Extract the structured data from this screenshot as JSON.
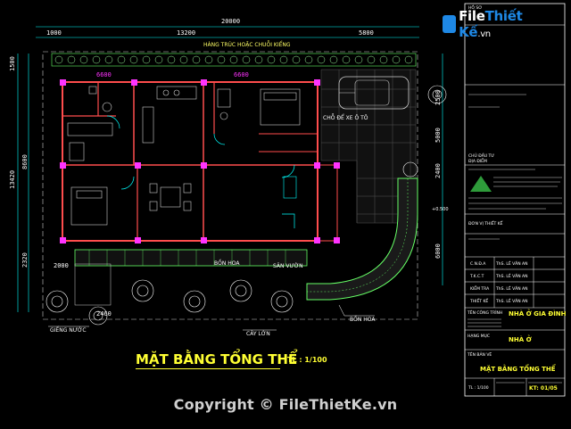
{
  "watermark": {
    "logo_part1": "File",
    "logo_part2": "Thiết Kế",
    "logo_part3": ".vn",
    "copyright": "Copyright © FileThietKe.vn"
  },
  "drawing": {
    "title": "MẶT BẰNG TỔNG THỂ",
    "scale": "TL : 1/100",
    "dims_top": {
      "total": "20000",
      "a": "1000",
      "b": "13200",
      "c": "5800"
    },
    "dims_top_inner": [
      "6600",
      "6600"
    ],
    "dims_left": {
      "a": "1500",
      "b": "8600",
      "total": "13420",
      "c": "2320"
    },
    "dims_right": [
      "2500",
      "5000",
      "2400",
      "6000"
    ],
    "dims_bottom": [
      "2000",
      "2460"
    ],
    "labels": {
      "hedge": "HÀNG TRÚC HOẶC CHUỖI KIỂNG",
      "car": "CHỖ ĐỂ XE Ô TÔ",
      "flower1": "BỒN HOA",
      "garden_path": "SÂN VƯỜN",
      "well": "GIẾNG NƯỚC",
      "plant": "CÂY LỚN",
      "flower2": "BỒN HOA",
      "level": "+0.500"
    }
  },
  "title_block": {
    "rows": [
      "HỒ SƠ",
      "CHỦ ĐẦU TƯ",
      "ĐỊA ĐIỂM",
      "ĐƠN VỊ THIẾT KẾ",
      "C.N.Đ.A",
      "T.K.C.T",
      "KIỂM TRA",
      "THIẾT KẾ",
      "TÊN CÔNG TRÌNH",
      "HẠNG MỤC",
      "TÊN BẢN VẼ"
    ],
    "project_name": "NHÀ Ở GIA ĐÌNH",
    "item": "NHÀ Ở",
    "sheet_title": "MẶT BẰNG TỔNG THỂ",
    "scale": "TL : 1/100",
    "sheet_code": "KT: 01/05",
    "people": [
      "ThS. LÊ VĂN AN",
      "ThS. LÊ VĂN AN",
      "ThS. LÊ VĂN AN",
      "ThS. LÊ VĂN AN"
    ]
  }
}
